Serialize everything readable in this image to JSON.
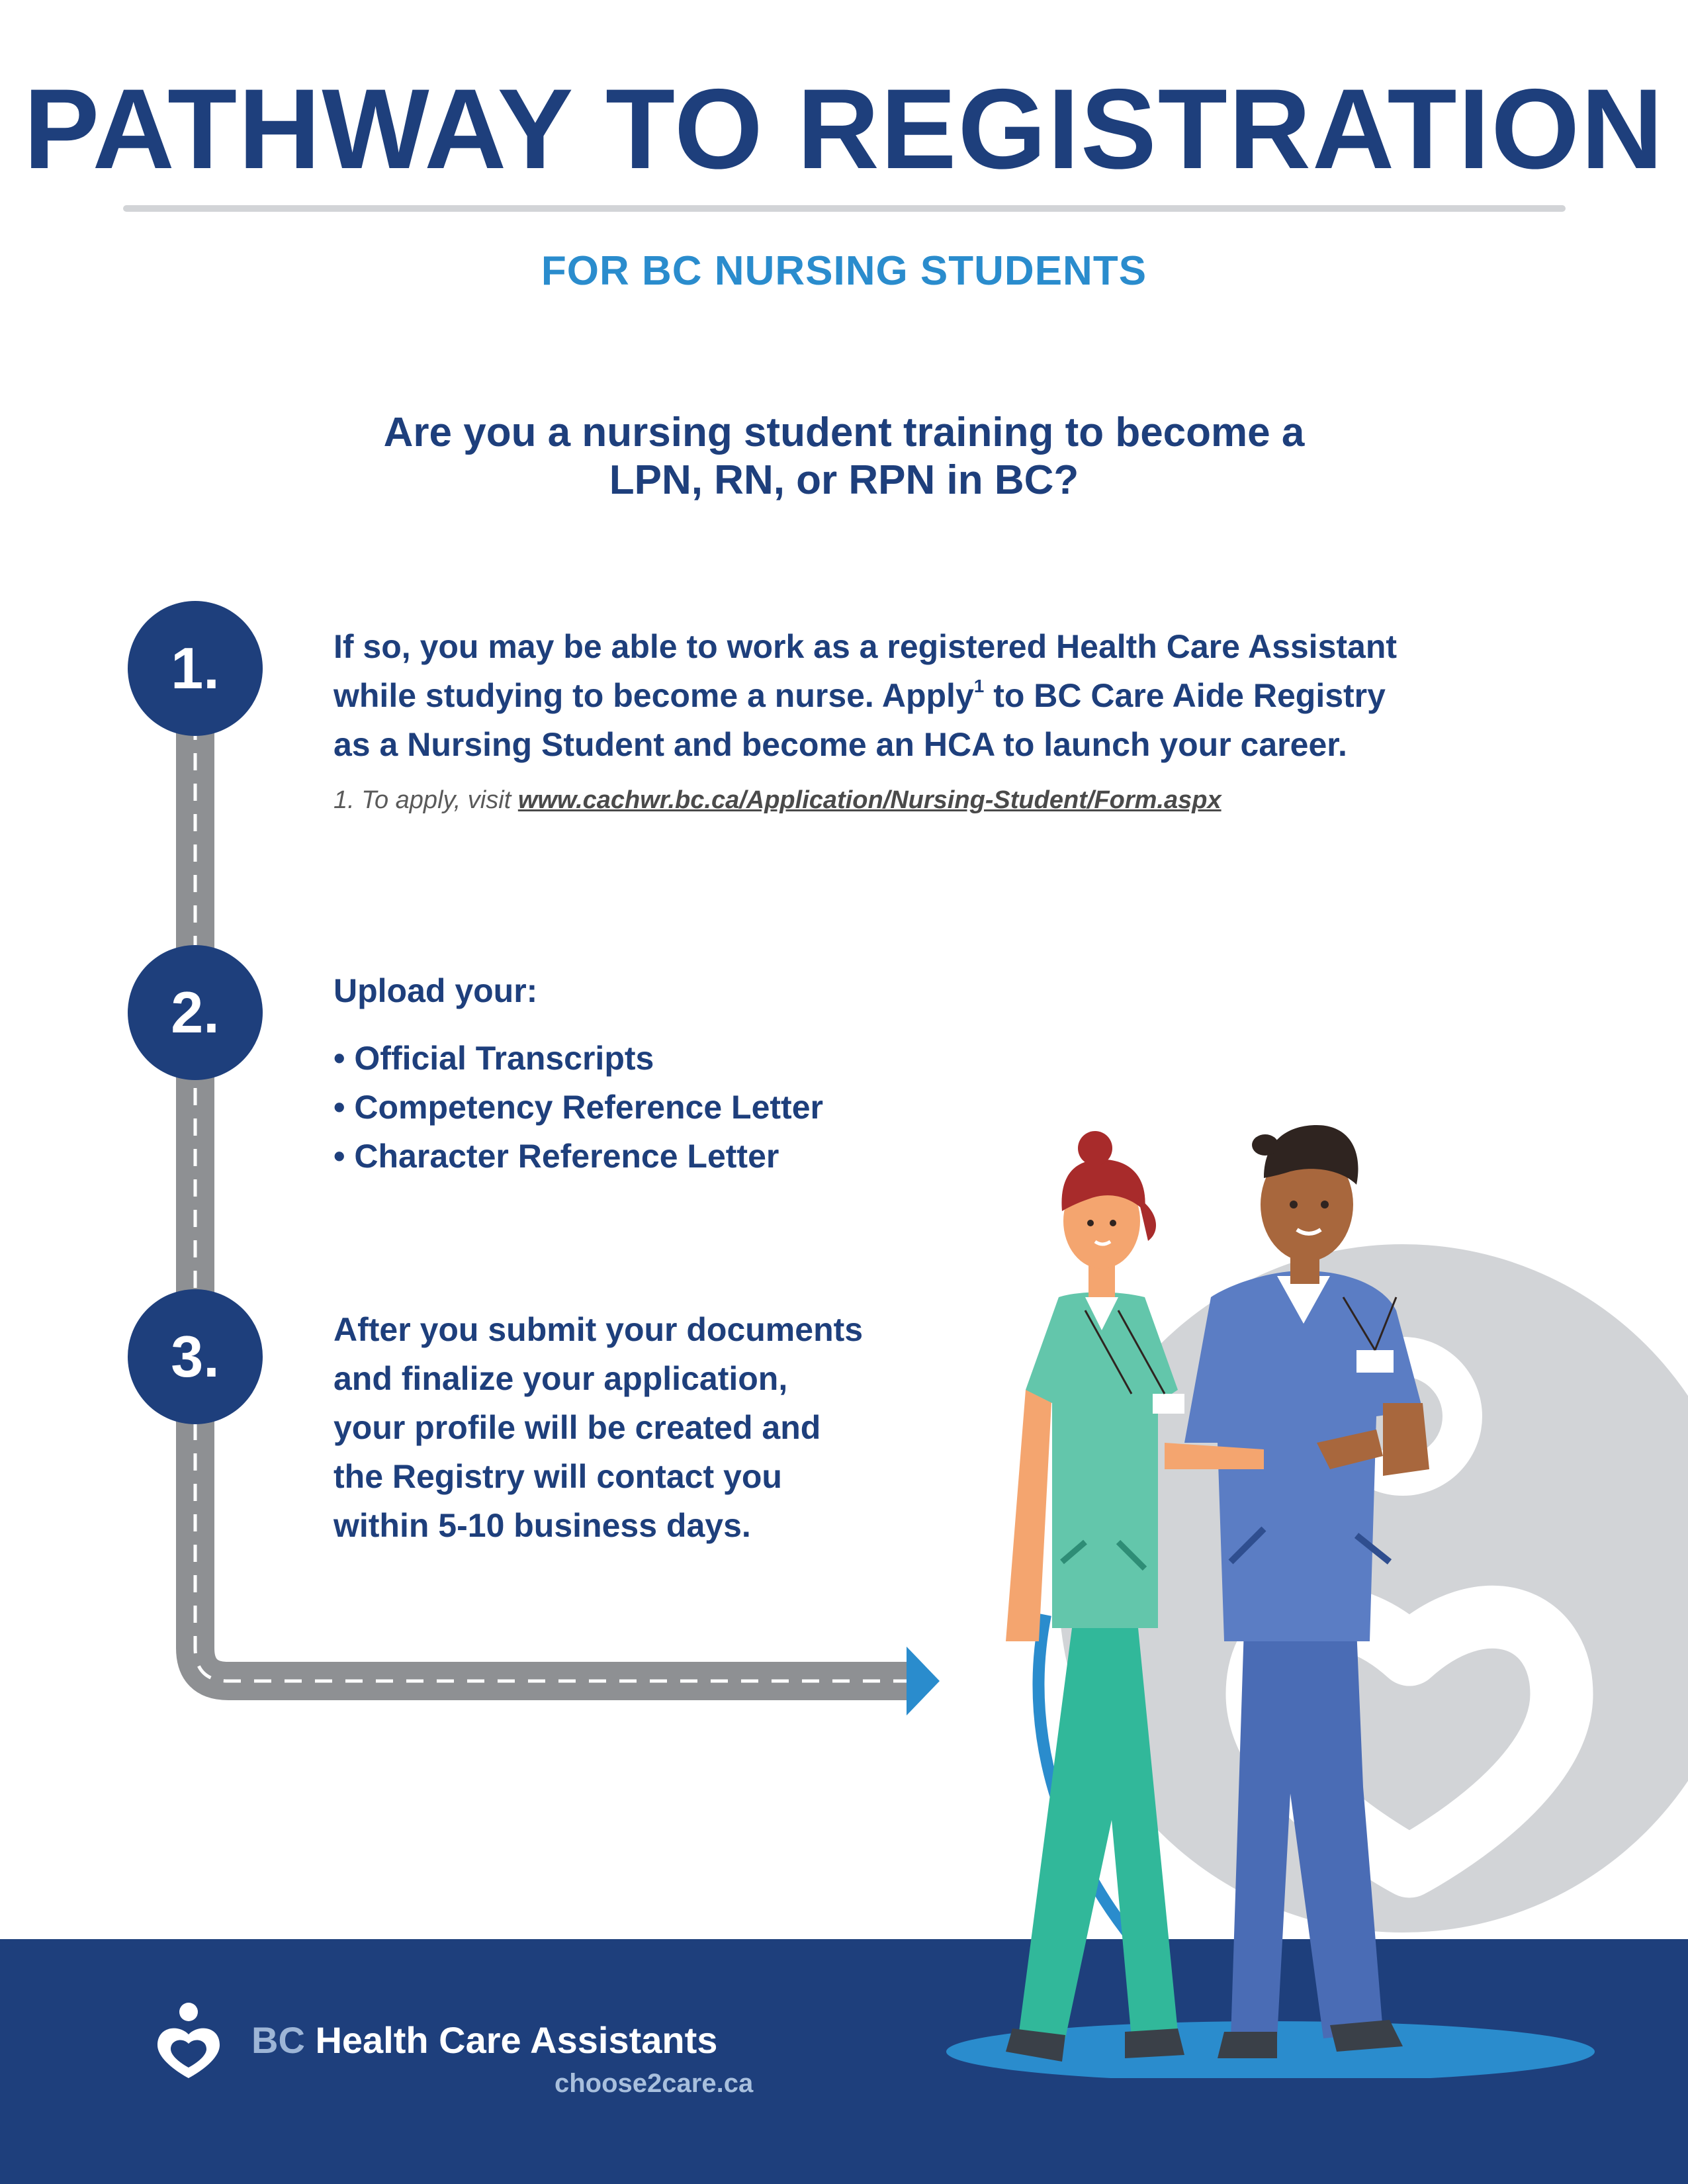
{
  "header": {
    "title": "PATHWAY TO REGISTRATION",
    "subtitle": "FOR BC NURSING STUDENTS"
  },
  "intro": {
    "question_line1": "Are you a nursing student training to become a",
    "question_line2": "LPN, RN, or RPN in BC?"
  },
  "steps": [
    {
      "number": "1.",
      "line1": "If so, you may be able to work as a registered Health Care Assistant",
      "line2_pre": "while studying to become a nurse. Apply",
      "line2_sup": "1",
      "line2_post": " to BC Care Aide Registry",
      "line3": "as a Nursing Student and become an HCA to launch your career.",
      "footnote_prefix": "1. To apply, visit ",
      "footnote_link": "www.cachwr.bc.ca/Application/Nursing-Student/Form.aspx"
    },
    {
      "number": "2.",
      "heading": "Upload your:",
      "items": [
        "• Official Transcripts",
        "• Competency Reference Letter",
        "• Character Reference Letter"
      ]
    },
    {
      "number": "3.",
      "lines": [
        "After you submit your documents",
        "and finalize your application,",
        "your profile will be created and",
        "the Registry will contact you",
        "within 5-10 business days."
      ]
    }
  ],
  "footer": {
    "brand_prefix": "BC",
    "brand_name": " Health Care Assistants",
    "url": "choose2care.ca"
  },
  "colors": {
    "navy": "#1e3f7c",
    "accent_blue": "#2a8ccd",
    "path_gray": "#8e9093",
    "circle_gray": "#d2d4d7"
  },
  "icons": [
    "heart-person-logo-icon",
    "arrow-right-icon"
  ]
}
